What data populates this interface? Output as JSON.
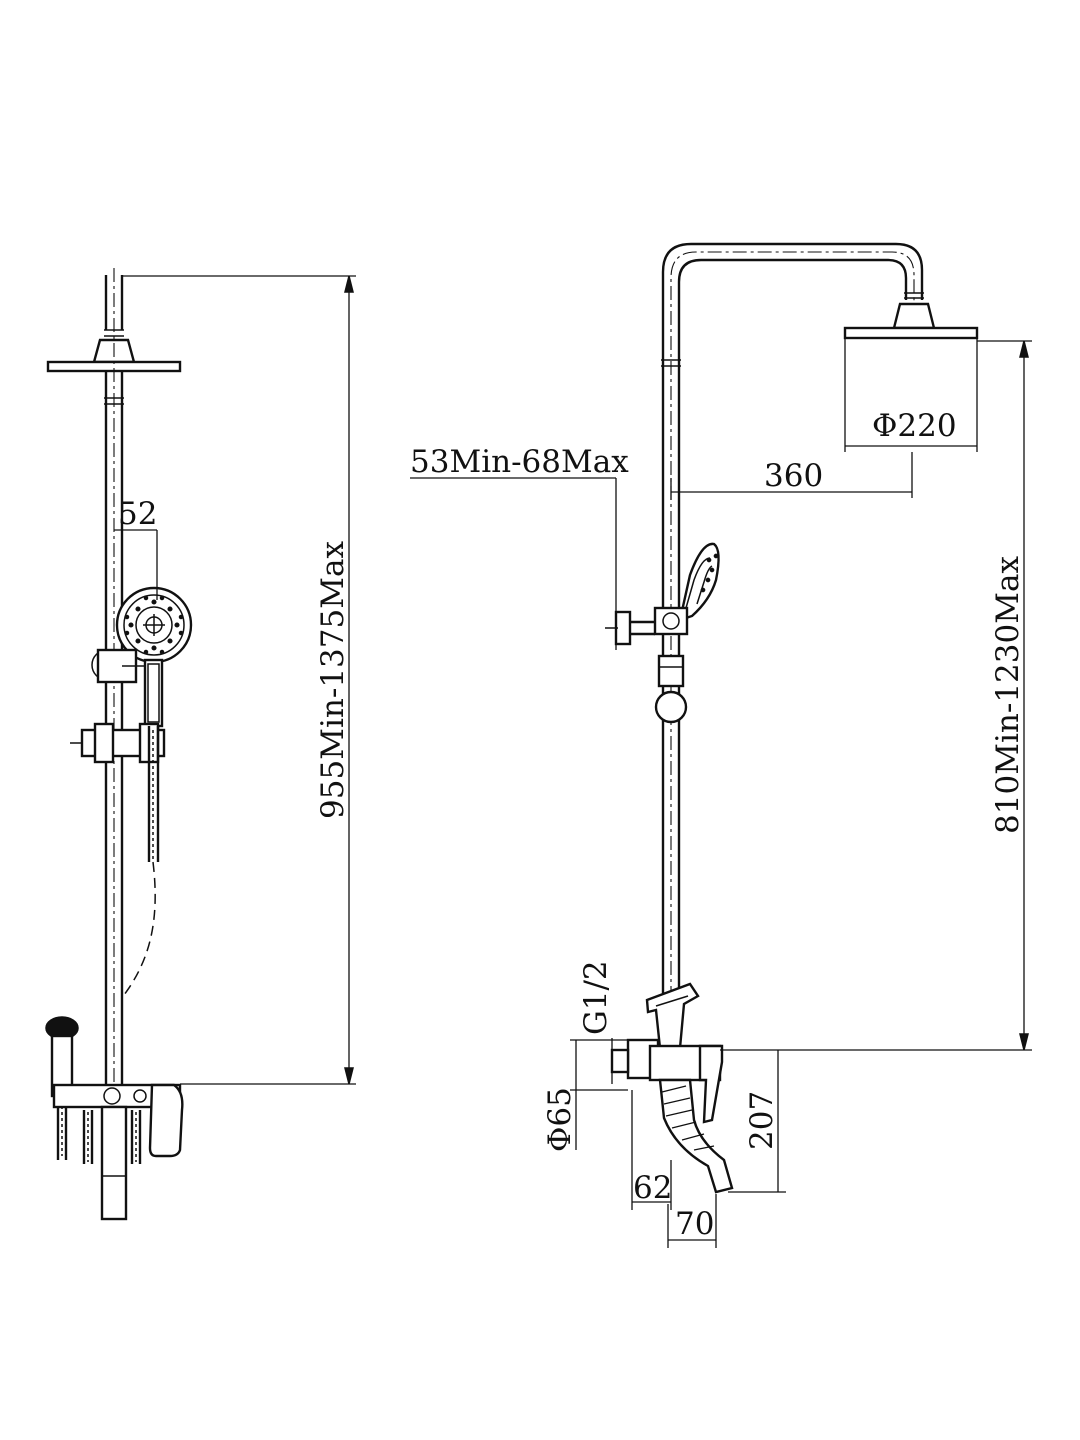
{
  "left_view": {
    "height_dimension": "955Min-1375Max",
    "hand_shower_offset": "52"
  },
  "right_view": {
    "head_diameter": "Φ220",
    "wall_offset": "53Min-68Max",
    "arm_reach": "360",
    "height_dimension": "810Min-1230Max",
    "inlet_thread": "G1/2",
    "escutcheon_diameter": "Φ65",
    "spout_height": "207",
    "spout_offset": "62",
    "spout_outlet": "70"
  }
}
